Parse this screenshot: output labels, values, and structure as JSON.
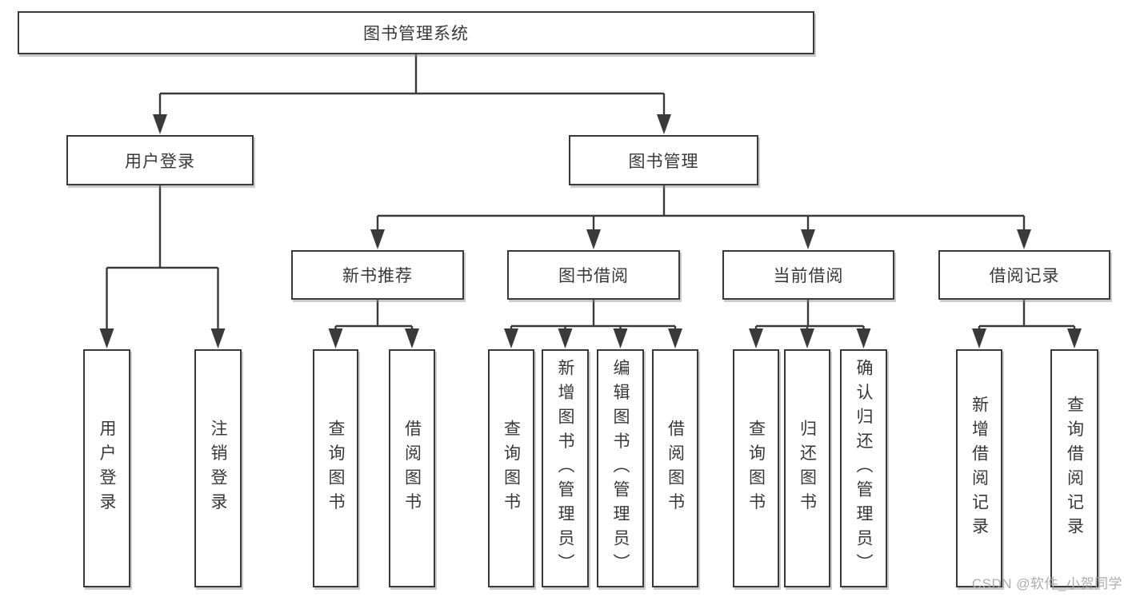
{
  "colors": {
    "line": "#3a3a3a",
    "box_border": "#3a3a3a",
    "text": "#383838",
    "background": "#ffffff",
    "watermark": "#a8a8a8"
  },
  "tree": {
    "root": {
      "label": "图书管理系统"
    },
    "login": {
      "label": "用户登录",
      "children": {
        "user_login": {
          "label": "用户登录"
        },
        "logout": {
          "label": "注销登录"
        }
      }
    },
    "mgmt": {
      "label": "图书管理",
      "children": {
        "new_book": {
          "label": "新书推荐",
          "children": {
            "query_books": {
              "label": "查询图书"
            },
            "borrow_books": {
              "label": "借阅图书"
            }
          }
        },
        "book_borrow": {
          "label": "图书借阅",
          "children": {
            "query_books": {
              "label": "查询图书"
            },
            "add_books": {
              "label": "新增图书（管理员）"
            },
            "edit_books": {
              "label": "编辑图书（管理员）"
            },
            "borrow_books": {
              "label": "借阅图书"
            }
          }
        },
        "current_borrow": {
          "label": "当前借阅",
          "children": {
            "query_books": {
              "label": "查询图书"
            },
            "return_books": {
              "label": "归还图书"
            },
            "confirm_return": {
              "label": "确认归还（管理员）"
            }
          }
        },
        "borrow_records": {
          "label": "借阅记录",
          "children": {
            "add_record": {
              "label": "新增借阅记录"
            },
            "query_record": {
              "label": "查询借阅记录"
            }
          }
        }
      }
    }
  },
  "watermark": {
    "text": "CSDN @软件_小贺同学"
  }
}
